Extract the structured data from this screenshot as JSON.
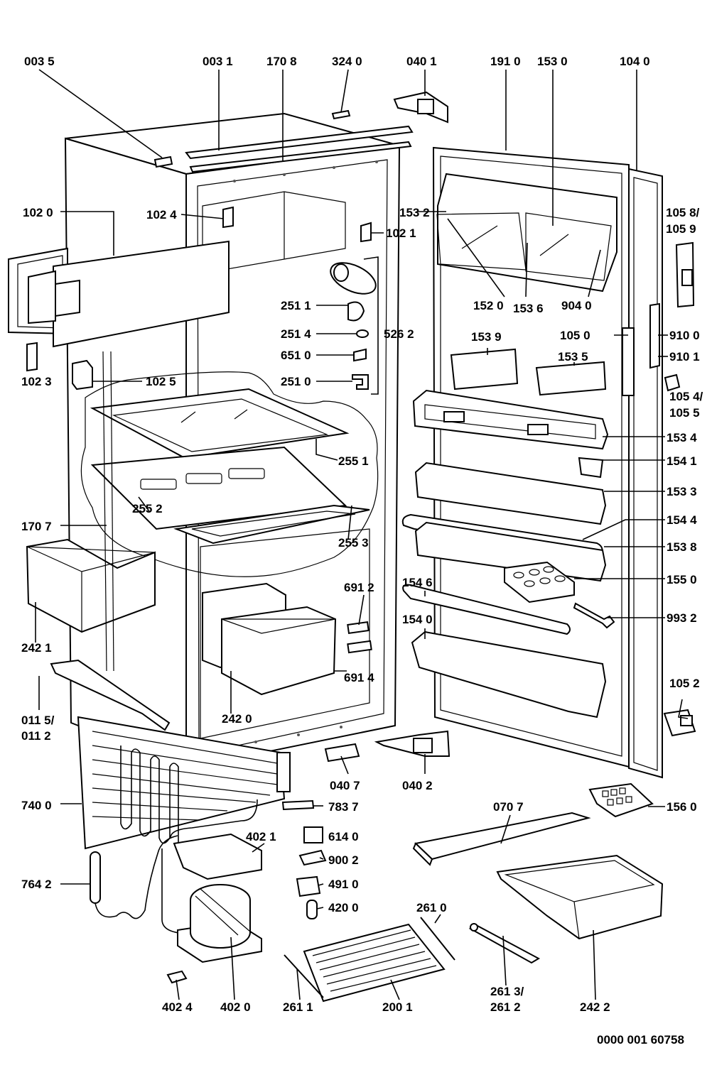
{
  "drawing_number": "0000 001 60758",
  "labels": {
    "l0035": "003 5",
    "l0031": "003 1",
    "l1708": "170 8",
    "l3240": "324 0",
    "l0401": "040 1",
    "l1910": "191 0",
    "l1530": "153 0",
    "l1040": "104 0",
    "l1020": "102 0",
    "l1024": "102 4",
    "l1532": "153 2",
    "l1021": "102 1",
    "l1058": "105 8/",
    "l1059": "105 9",
    "l1520": "152 0",
    "l1536": "153 6",
    "l9040": "904 0",
    "l2511": "251 1",
    "l2514": "251 4",
    "l5262": "526 2",
    "l6510": "651 0",
    "l2510": "251 0",
    "l1050": "105 0",
    "l9100": "910 0",
    "l9101": "910 1",
    "l1539": "153 9",
    "l1535": "153 5",
    "l1023": "102 3",
    "l1025": "102 5",
    "l1054": "105 4/",
    "l1055": "105 5",
    "l1534": "153 4",
    "l2551": "255 1",
    "l1541": "154 1",
    "l1533": "153 3",
    "l1707": "170 7",
    "l2552": "255 2",
    "l1544": "154 4",
    "l2553": "255 3",
    "l1538": "153 8",
    "l1546": "154 6",
    "l1550": "155 0",
    "l6912": "691 2",
    "l2421": "242 1",
    "l9932": "993 2",
    "l1540": "154 0",
    "l6914": "691 4",
    "l1052": "105 2",
    "l0115": "011 5/",
    "l0112": "011 2",
    "l2420": "242 0",
    "l0407": "040 7",
    "l0402": "040 2",
    "l7400": "740 0",
    "l7837": "783 7",
    "l0707": "070 7",
    "l1560": "156 0",
    "l4021": "402 1",
    "l6140": "614 0",
    "l9002": "900 2",
    "l7642": "764 2",
    "l4910": "491 0",
    "l4200": "420 0",
    "l2610": "261 0",
    "l4024": "402 4",
    "l4020": "402 0",
    "l2611": "261 1",
    "l2001": "200 1",
    "l2613": "261 3/",
    "l2612": "261 2",
    "l2422": "242 2"
  }
}
